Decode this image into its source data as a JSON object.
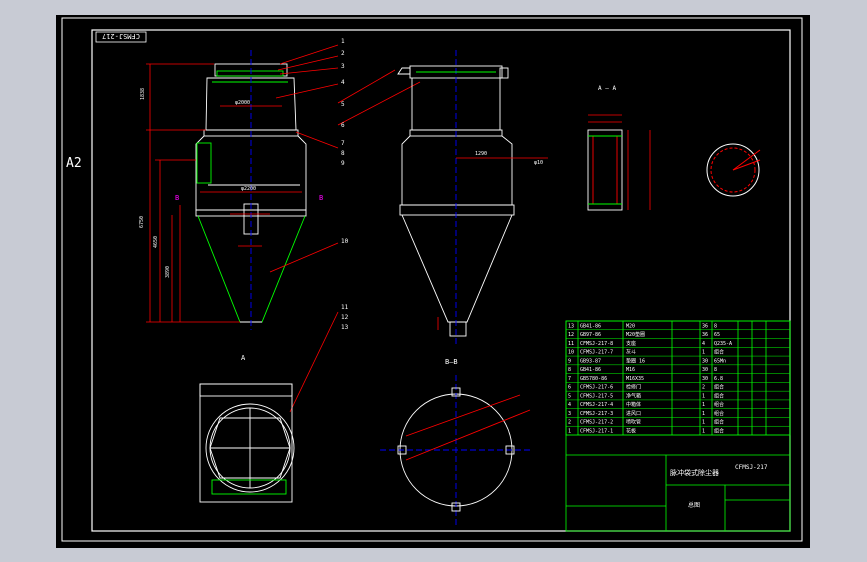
{
  "sheet": {
    "size": "A2",
    "rotated_number": "CFMSJ-217"
  },
  "title_block": {
    "title": "脉冲袋式除尘器",
    "code": "CFMSJ-217",
    "assembly": "总图"
  },
  "parts_list": [
    {
      "no": "13",
      "code": "GB41-86",
      "name": "M20",
      "qty": "36",
      "material": "8"
    },
    {
      "no": "12",
      "code": "GB97-86",
      "name": "M20垫圈",
      "qty": "36",
      "material": "65"
    },
    {
      "no": "11",
      "code": "CFMSJ-217-8",
      "name": "支座",
      "qty": "4",
      "material": "Q235-A"
    },
    {
      "no": "10",
      "code": "CFMSJ-217-7",
      "name": "灰斗",
      "qty": "1",
      "material": "组合"
    },
    {
      "no": "9",
      "code": "GB93-87",
      "name": "垫圈 16",
      "qty": "30",
      "material": "65Mn"
    },
    {
      "no": "8",
      "code": "GB41-86",
      "name": "M16",
      "qty": "30",
      "material": "8"
    },
    {
      "no": "7",
      "code": "GB5780-86",
      "name": "M16X35",
      "qty": "30",
      "material": "6.8"
    },
    {
      "no": "6",
      "code": "CFMSJ-217-6",
      "name": "检修门",
      "qty": "2",
      "material": "组合"
    },
    {
      "no": "5",
      "code": "CFMSJ-217-5",
      "name": "净气箱",
      "qty": "1",
      "material": "组合"
    },
    {
      "no": "4",
      "code": "CFMSJ-217-4",
      "name": "中箱体",
      "qty": "1",
      "material": "组合"
    },
    {
      "no": "3",
      "code": "CFMSJ-217-3",
      "name": "进风口",
      "qty": "1",
      "material": "组合"
    },
    {
      "no": "2",
      "code": "CFMSJ-217-2",
      "name": "喷吹管",
      "qty": "1",
      "material": "组合"
    },
    {
      "no": "1",
      "code": "CFMSJ-217-1",
      "name": "花板",
      "qty": "1",
      "material": "组合"
    }
  ]
}
